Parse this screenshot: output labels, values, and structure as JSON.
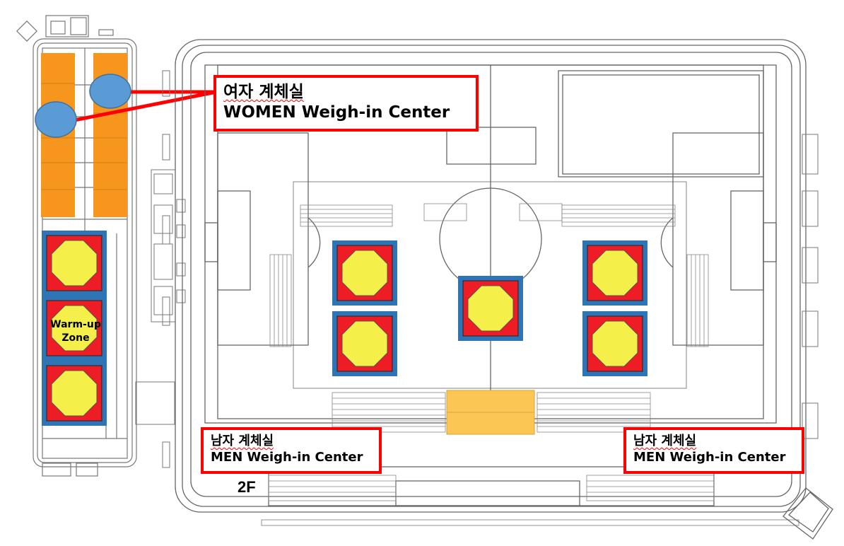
{
  "women_callout": {
    "label_ko": "여자 계체실",
    "label_en": "WOMEN Weigh-in Center"
  },
  "men_callout_left": {
    "label_ko": "남자 계체실",
    "label_en": "MEN Weigh-in Center"
  },
  "men_callout_right": {
    "label_ko": "남자 계체실",
    "label_en": "MEN Weigh-in Center"
  },
  "warmup_zone": {
    "line1": "Warm-up",
    "line2": "Zone"
  },
  "floor_label": "2F",
  "colors": {
    "callout_border": "#ff0000",
    "connector": "#ff0000",
    "marker_fill": "#5b9bd5",
    "orange_area": "#f7961d",
    "mat_outer": "#2e75b6",
    "mat_red": "#ee1c25",
    "mat_octagon": "#f4f049",
    "weighin_box": "#fcc654",
    "plan_lines": "#7f7f7f"
  }
}
